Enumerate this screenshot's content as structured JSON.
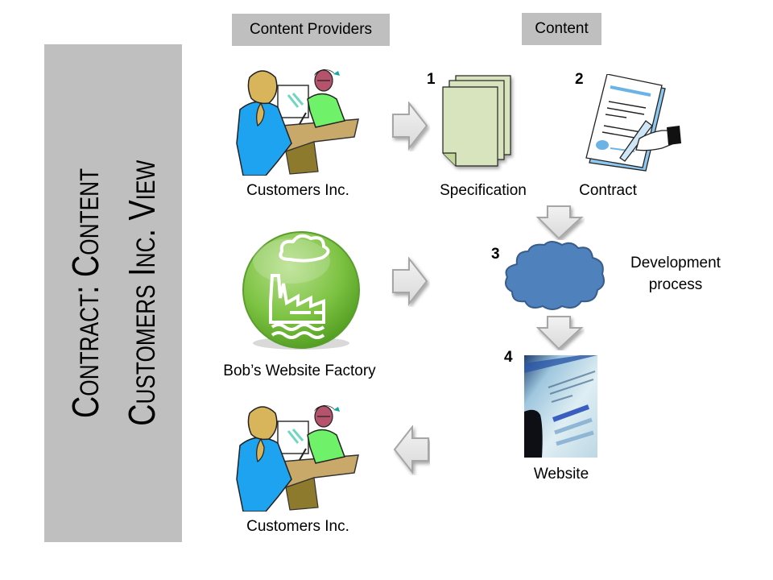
{
  "title": {
    "line1": "Contract: Content",
    "line2": "Customers Inc. View"
  },
  "headers": {
    "content_providers": "Content Providers",
    "content": "Content"
  },
  "providers": [
    {
      "label": "Customers Inc.",
      "icon": "office-meeting-icon"
    },
    {
      "label": "Bob’s Website Factory",
      "icon": "factory-icon"
    },
    {
      "label": "Customers Inc.",
      "icon": "office-meeting-icon"
    }
  ],
  "content_items": [
    {
      "number": "1",
      "label": "Specification",
      "icon": "document-stack-icon"
    },
    {
      "number": "2",
      "label": "Contract",
      "icon": "signed-contract-icon"
    },
    {
      "number": "3",
      "label": "Development\nprocess",
      "label_line1": "Development",
      "label_line2": "process",
      "icon": "cloud-icon"
    },
    {
      "number": "4",
      "label": "Website",
      "icon": "website-screenshot-icon"
    }
  ],
  "colors": {
    "banner": "#bfbfbf",
    "cloud": "#4f81bd",
    "cloud_stroke": "#385d8a",
    "factory_green": "#7ac143",
    "document_green": "#d7e4bd",
    "arrow_fill": "#e6e6e6"
  }
}
